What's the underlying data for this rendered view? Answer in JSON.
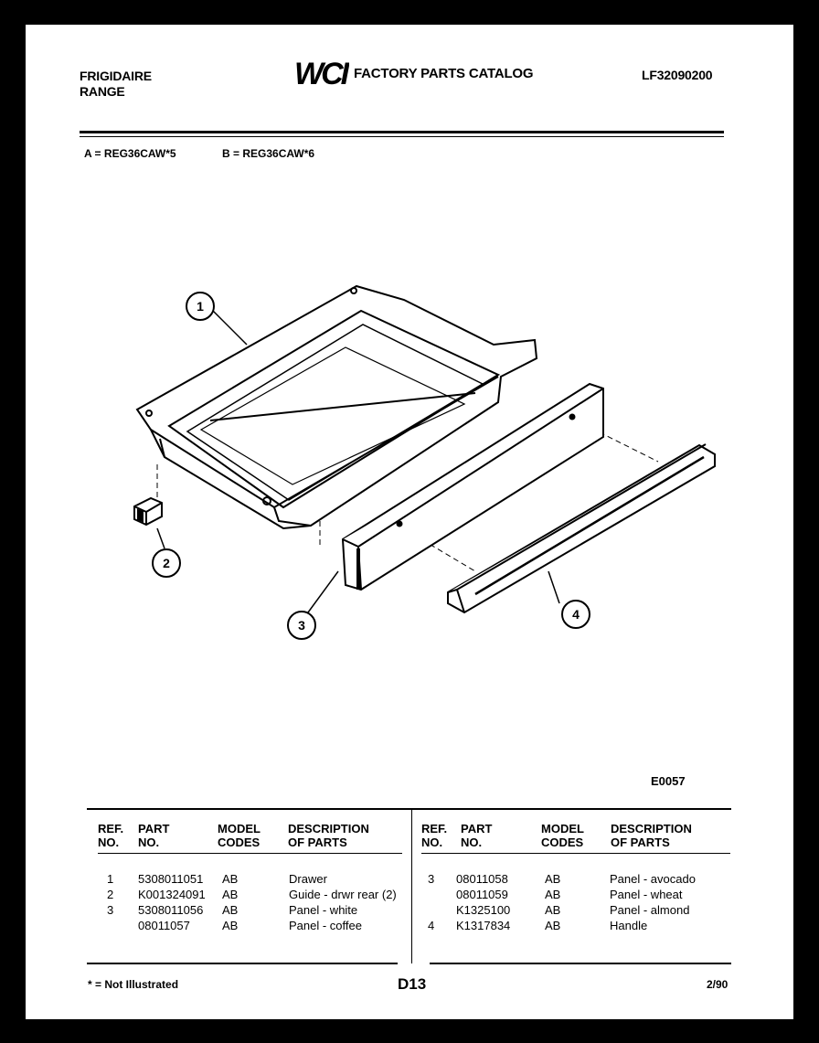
{
  "header": {
    "brand_line1": "FRIGIDAIRE",
    "brand_line2": "RANGE",
    "logo": "WCI",
    "catalog_title": "FACTORY PARTS CATALOG",
    "catalog_number": "LF32090200"
  },
  "models": {
    "a": "A = REG36CAW*5",
    "b": "B = REG36CAW*6"
  },
  "diagram": {
    "callouts": [
      "1",
      "2",
      "3",
      "4"
    ],
    "figure_code": "E0057"
  },
  "table": {
    "left_headers": {
      "ref": [
        "REF.",
        "NO."
      ],
      "part": [
        "PART",
        "NO."
      ],
      "model": [
        "MODEL",
        "CODES"
      ],
      "desc": [
        "DESCRIPTION",
        "OF PARTS"
      ]
    },
    "right_headers": {
      "ref": [
        "REF.",
        "NO."
      ],
      "part": [
        "PART",
        "NO."
      ],
      "model": [
        "MODEL",
        "CODES"
      ],
      "desc": [
        "DESCRIPTION",
        "OF PARTS"
      ]
    },
    "left_rows": [
      {
        "ref": "1",
        "part": "5308011051",
        "model": "AB",
        "desc": "Drawer"
      },
      {
        "ref": "2",
        "part": "K001324091",
        "model": "AB",
        "desc": "Guide - drwr rear (2)"
      },
      {
        "ref": "3",
        "part": "5308011056",
        "model": "AB",
        "desc": "Panel - white"
      },
      {
        "ref": "",
        "part": "08011057",
        "model": "AB",
        "desc": "Panel - coffee"
      }
    ],
    "right_rows": [
      {
        "ref": "3",
        "part": "08011058",
        "model": "AB",
        "desc": "Panel - avocado"
      },
      {
        "ref": "",
        "part": "08011059",
        "model": "AB",
        "desc": "Panel - wheat"
      },
      {
        "ref": "",
        "part": "K1325100",
        "model": "AB",
        "desc": "Panel - almond"
      },
      {
        "ref": "4",
        "part": "K1317834",
        "model": "AB",
        "desc": "Handle"
      }
    ]
  },
  "footer": {
    "note": "* = Not Illustrated",
    "page": "D13",
    "date": "2/90"
  }
}
